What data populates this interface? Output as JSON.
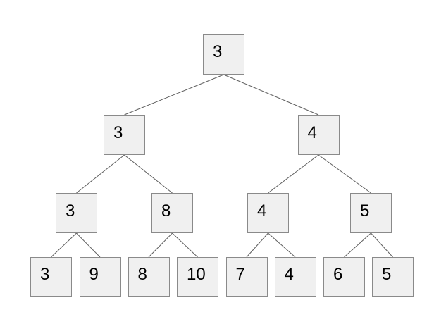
{
  "colors": {
    "background": "#ffffff",
    "node_fill": "#f0f0f0",
    "node_border": "#8a8a8a",
    "edge": "#5f5f5f",
    "text": "#000000"
  },
  "tree": {
    "levels": [
      {
        "nodes": [
          {
            "value": "3"
          }
        ]
      },
      {
        "nodes": [
          {
            "value": "3"
          },
          {
            "value": "4"
          }
        ]
      },
      {
        "nodes": [
          {
            "value": "3"
          },
          {
            "value": "8"
          },
          {
            "value": "4"
          },
          {
            "value": "5"
          }
        ]
      },
      {
        "nodes": [
          {
            "value": "3"
          },
          {
            "value": "9"
          },
          {
            "value": "8"
          },
          {
            "value": "10"
          },
          {
            "value": "7"
          },
          {
            "value": "4"
          },
          {
            "value": "6"
          },
          {
            "value": "5"
          }
        ]
      }
    ]
  }
}
